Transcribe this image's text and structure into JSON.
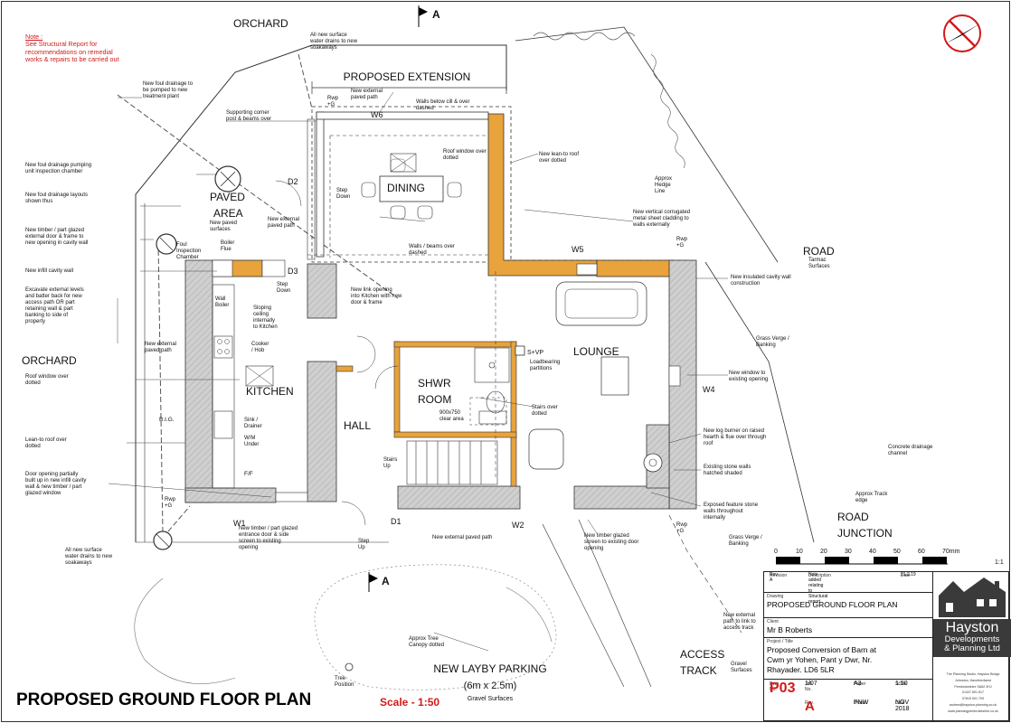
{
  "note": {
    "heading": "Note :",
    "lines": [
      "See Structural Report for",
      "recommendations on remedial",
      "works & repairs to be carried out"
    ]
  },
  "section_marks": {
    "top": "A",
    "bottom": "A"
  },
  "site_labels": {
    "orchard_top": "ORCHARD",
    "orchard_left": "ORCHARD",
    "road": "ROAD",
    "road_surface": "Tarmac\nSurfaces",
    "road_junction_1": "ROAD",
    "road_junction_2": "JUNCTION",
    "access_track_1": "ACCESS",
    "access_track_2": "TRACK",
    "access_surface": "Gravel\nSurfaces",
    "layby_1": "NEW LAYBY PARKING",
    "layby_2": "(6m x 2.5m)",
    "layby_surface": "Gravel Surfaces",
    "proposed_extension": "PROPOSED EXTENSION",
    "paved_area_1": "PAVED",
    "paved_area_2": "AREA",
    "tree_position": "Tree\nPosition",
    "approx_tree": "Approx Tree\nCanopy dotted"
  },
  "rooms": {
    "dining": "DINING",
    "kitchen": "KITCHEN",
    "lounge": "LOUNGE",
    "shwr_1": "SHWR",
    "shwr_2": "ROOM",
    "hall": "HALL",
    "clear_area": "900x750\nclear area"
  },
  "tags": {
    "W1": "W1",
    "W2": "W2",
    "W4": "W4",
    "W5": "W5",
    "W6": "W6",
    "D1": "D1",
    "D2": "D2",
    "D3": "D3",
    "svp": "S+VP",
    "rwp_top": "Rwp\n+G",
    "rwp_right": "Rwp\n+G",
    "rwp_left": "Rwp\n+G",
    "rwp_bottom": "Rwp\n+G",
    "big": "B.I.G.",
    "ff": "F/F",
    "wall_boiler": "Wall\nBoiler",
    "cooker": "Cooker\n/ Hob",
    "sink": "Sink /\nDrainer",
    "wm": "W/M\nUnder",
    "boiler_flue": "Boiler\nFlue",
    "step_down_1": "Step\nDown",
    "step_down_2": "Step\nDown",
    "step_up": "Step\nUp",
    "stairs_up": "Stairs\nUp"
  },
  "annotations": {
    "a01": "All new surface\nwater drains to new\nsoakaways",
    "a02": "New foul drainage to\nbe pumped to new\ntreatment plant",
    "a03": "New external\npaved path",
    "a04": "Walls below cill & over\ndashed",
    "a05": "Supporting corner\npost & beams over",
    "a06": "Roof window over\ndotted",
    "a07": "New lean-to roof\nover dotted",
    "a08": "New foul drainage pumping\nunit inspection chamber",
    "a09": "Approx\nHedge\nLine",
    "a10": "New foul drainage layouts\nshown thus",
    "a11": "New paved\nsurfaces",
    "a12": "New external\npaved path",
    "a13": "New vertical corrugated\nmetal sheet cladding to\nwalls externally",
    "a14": "New timber / part glazed\nexternal door & frame to\nnew opening in cavity wall",
    "a15": "Foul\nInspection\nChamber",
    "a16": "Walls / beams over\ndashed",
    "a17": "New infill cavity wall",
    "a18": "New insulated cavity wall\nconstruction",
    "a19": "Excavate external levels\nand batter back for new\naccess path OR part\nretaining wall & part\nbanking to side of\nproperty",
    "a20": "Sloping\nceiling\ninternally\nto Kitchen",
    "a21": "New link opening\ninto Kitchen with new\ndoor & frame",
    "a22": "Grass Verge /\nBanking",
    "a23": "New external\npaved path",
    "a24": "Loadbearing\npartitions",
    "a25": "New window to\nexisting opening",
    "a26": "Roof window over\ndotted",
    "a27": "Stairs over\ndotted",
    "a28": "New log burner on raised\nhearth & flue over through\nroof",
    "a29": "Lean-to roof over\ndotted",
    "a30": "Concrete drainage\nchannel",
    "a31": "Existing stone walls\nhatched shaded",
    "a32": "Door opening partially\nbuilt up in new infill cavity\nwall & new timber / part\nglazed window",
    "a33": "Approx Track\nedge",
    "a34": "Exposed feature stone\nwalls throughout\ninternally",
    "a35": "New timber / part glazed\nentrance door & side\nscreen to existing\nopening",
    "a36": "New external paved path",
    "a37": "New timber glazed\nscreen to existing door\nopening",
    "a38": "Grass Verge /\nBanking",
    "a39": "All new surface\nwater drains to new\nsoakaways",
    "a40": "New external\npath to link to\naccess track"
  },
  "scale_bar": {
    "ticks": [
      "0",
      "10",
      "20",
      "30",
      "40",
      "50",
      "60",
      "70mm"
    ],
    "ratio": "1:1"
  },
  "revision": {
    "rev": "Rev A",
    "rev_label": "Revision",
    "description": "Note added relating to Structural report",
    "description_label": "Description",
    "date": "21.2.19",
    "date_label": "Date"
  },
  "title_block": {
    "drawing_label": "Drawing",
    "drawing": "PROPOSED GROUND FLOOR PLAN",
    "client_label": "Client",
    "client": "Mr B Roberts",
    "project_label": "Project / Title",
    "project_lines": [
      "Proposed Conversion of Barn at",
      "Cwm yr Yohen, Pant y Dwr, Nr.",
      "Rhayader. LD6 5LR"
    ],
    "dwg_no_label": "Dwg No.",
    "dwg_no": "P03",
    "job_no_label": "Job No.",
    "job_no": "1/07",
    "rev_label": "Rev.",
    "rev": "A",
    "paper_label": "Paper",
    "paper": "A3",
    "scale_label": "Scale",
    "scale": "1:50",
    "drawn_label": "Drawn",
    "drawn": "PNW",
    "date_label": "Date",
    "date": "NOV 2018"
  },
  "company": {
    "name": "Hayston",
    "sub": "Developments\n& Planning Ltd",
    "address": "The Planning Studio, Hayston Bridge\nJohnston, Haverfordwest\nPembrokeshire SA62 3HJ\n01437 891 817\n07815 901 709\nandrew@hayston-planning.co.uk\nwww.planningpembrokeshire.co.uk"
  },
  "main_title": "PROPOSED GROUND FLOOR PLAN",
  "scale_text": "Scale - 1:50",
  "colors": {
    "new_wall": "#E8A33C",
    "stone_wall": "#C9C9C9",
    "note_red": "#D21A1A",
    "dwg_no_red": "#D21A1A"
  }
}
